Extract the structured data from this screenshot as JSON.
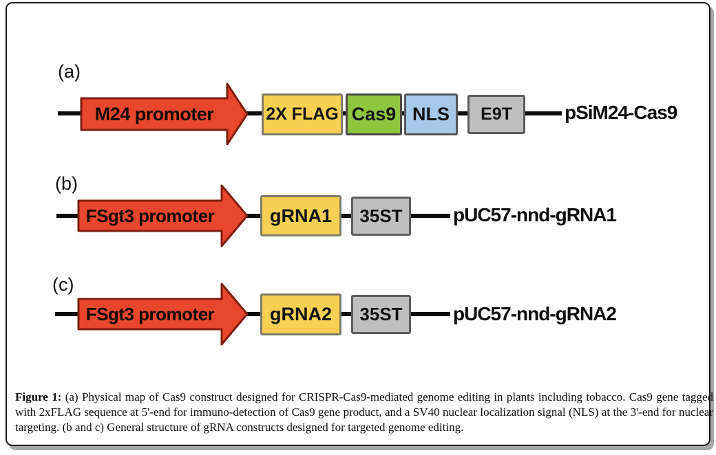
{
  "figure": {
    "constructs": [
      {
        "label": "(a)",
        "promoter": "M24 promoter",
        "elements": [
          {
            "label": "2X FLAG",
            "color": "#f7cf52"
          },
          {
            "label": "Cas9",
            "color": "#8fc640"
          },
          {
            "label": "NLS",
            "color": "#a7c9e9"
          },
          {
            "label": "E9T",
            "color": "#bfbfbf"
          }
        ],
        "plasmid": "pSiM24-Cas9"
      },
      {
        "label": "(b)",
        "promoter": "FSgt3 promoter",
        "elements": [
          {
            "label": "gRNA1",
            "color": "#f7cf52"
          },
          {
            "label": "35ST",
            "color": "#bfbfbf"
          }
        ],
        "plasmid": "pUC57-nnd-gRNA1"
      },
      {
        "label": "(c)",
        "promoter": "FSgt3 promoter",
        "elements": [
          {
            "label": "gRNA2",
            "color": "#f7cf52"
          },
          {
            "label": "35ST",
            "color": "#bfbfbf"
          }
        ],
        "plasmid": "pUC57-nnd-gRNA2"
      }
    ],
    "caption": {
      "label": "Figure 1:",
      "text": " (a) Physical map of Cas9 construct designed for CRISPR-Cas9-mediated genome editing in plants including tobacco. Cas9 gene tagged with 2xFLAG sequence at 5'-end for immuno-detection of Cas9 gene product, and a SV40 nuclear localization signal (NLS) at the 3'-end for nuclear targeting. (b and c) General structure of gRNA constructs designed for targeted genome editing."
    },
    "palette": {
      "promoter_fill": "#e9472d",
      "promoter_border": "#7e1d0e",
      "flag_yellow": "#f7cf52",
      "cas9_green": "#8fc640",
      "nls_blue": "#a7c9e9",
      "terminator_gray": "#bfbfbf",
      "backbone_black": "#0d0d0d"
    }
  }
}
